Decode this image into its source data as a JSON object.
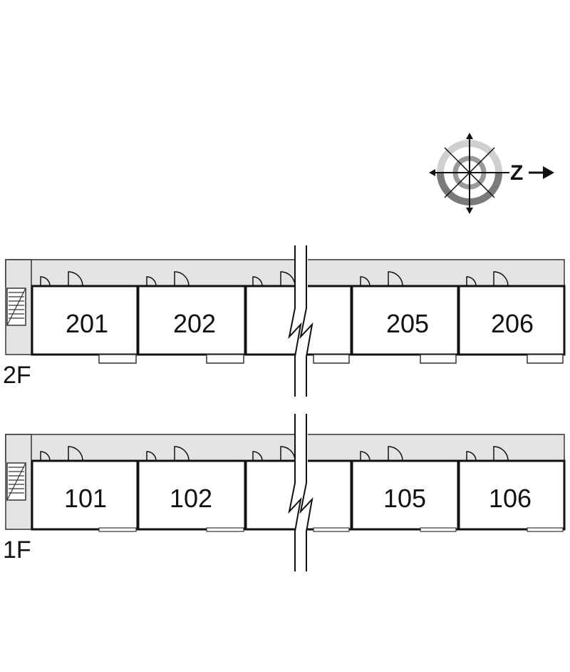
{
  "compass": {
    "label": "Z",
    "icon": "north-compass-icon"
  },
  "floors": [
    {
      "label": "2F",
      "units": [
        "201",
        "202",
        "",
        "205",
        "206"
      ]
    },
    {
      "label": "1F",
      "units": [
        "101",
        "102",
        "",
        "105",
        "106"
      ]
    }
  ],
  "colors": {
    "corridor": "#e4e4e4",
    "wall": "#111111",
    "compass_ring": "#8a8a8a"
  }
}
